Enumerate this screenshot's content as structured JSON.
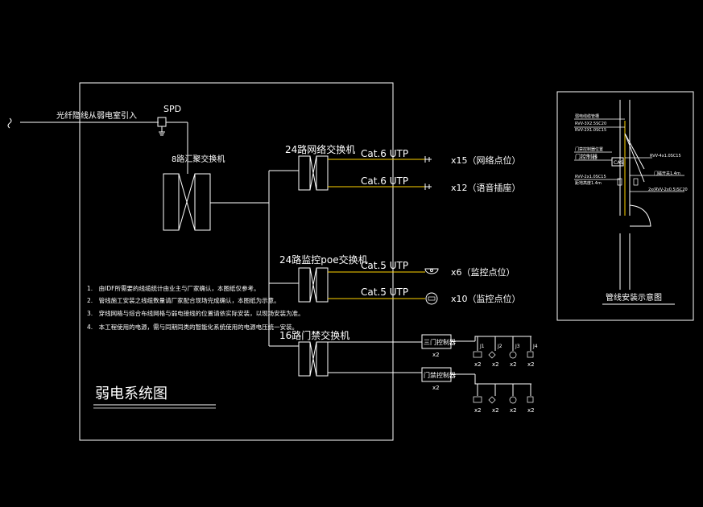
{
  "main": {
    "incoming_label": "光纤隐线从弱电室引入",
    "spd_label": "SPD",
    "core_switch_label": "8路汇聚交换机",
    "title": "弱电系统图"
  },
  "switches": [
    {
      "label": "24路网络交换机",
      "cables": [
        "Cat.6 UTP",
        "Cat.6 UTP"
      ],
      "outlets": [
        "x15（网络点位）",
        "x12（语音插座）"
      ]
    },
    {
      "label": "24路监控poe交换机",
      "cables": [
        "Cat.5 UTP",
        "Cat.5 UTP"
      ],
      "outlets": [
        "x6（监控点位）",
        "x10（监控点位）"
      ]
    },
    {
      "label": "16路门禁交换机",
      "cables": [],
      "outlets": []
    }
  ],
  "access_control": {
    "controller_labels": [
      "三门控制器",
      "门禁控制器"
    ],
    "multipliers": [
      "x2",
      "x2"
    ],
    "device_tags": [
      "J1",
      "J2",
      "J3",
      "J4"
    ],
    "device_counts": [
      "x2",
      "x2",
      "x2",
      "x2"
    ]
  },
  "notes": [
    "1.　由IDF所需要的线缆统计由业主与厂家确认，本图纸仅参考。",
    "2.　管线施工安装之线缆数量请厂家配合现场完成确认，本图纸为示意。",
    "3.　穿线网格与综合布线网格与弱电接线的位置请依实际安装，以现场安装为准。",
    "4.　本工程使用的电源，需与同期同类的智能化系统使用的电源电压统一安装。"
  ],
  "detail": {
    "title": "管线安装示意图",
    "labels": [
      "弱电线缆管槽",
      "RVV-3X2.5SC20",
      "RVV-2X1.0SC15",
      "门禁控制器位置",
      "门控制器",
      "RVV-4x1.0SC15",
      "RVV-2x1.0SC15",
      "距地高度1.4m",
      "门磁开关1.4m",
      "2x(RVV-2x0.5)SC20"
    ],
    "box_label": "CAS"
  },
  "colors": {
    "background": "#000000",
    "line": "#ffffff",
    "cable_line": "#ffd400"
  }
}
